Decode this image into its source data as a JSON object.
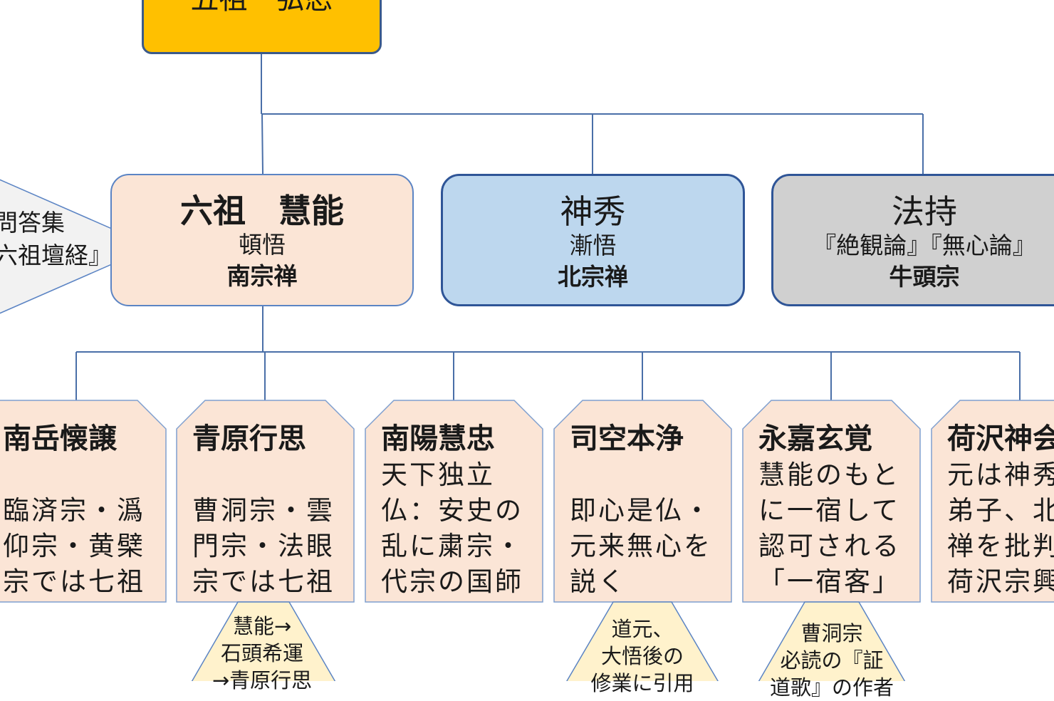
{
  "root": {
    "title": "五祖　弘忍"
  },
  "level2": [
    {
      "name": "六祖　慧能",
      "teaching": "頓悟",
      "sect": "南宗禅",
      "color": "#fbe5d6"
    },
    {
      "name": "神秀",
      "teaching": "漸悟",
      "sect": "北宗禅",
      "color": "#bdd7ee"
    },
    {
      "name": "法持",
      "teaching": "『絶観論』『無心論』",
      "sect": "牛頭宗",
      "color": "#d0d0d0"
    }
  ],
  "left_pointer": {
    "line1": "問答集",
    "line2": "六祖壇経』"
  },
  "disciples": [
    {
      "name": "南岳懐譲",
      "desc": [
        "",
        "臨済宗・潙",
        "仰宗・黄檗",
        "宗では七祖"
      ]
    },
    {
      "name": "青原行思",
      "desc": [
        "",
        "曹洞宗・雲",
        "門宗・法眼",
        "宗では七祖"
      ]
    },
    {
      "name": "南陽慧忠",
      "desc": [
        "天下独立",
        "仏：安史の",
        "乱に粛宗・",
        "代宗の国師"
      ]
    },
    {
      "name": "司空本浄",
      "desc": [
        "",
        "即心是仏・",
        "元来無心を",
        "説く"
      ]
    },
    {
      "name": "永嘉玄覚",
      "desc": [
        "慧能のもと",
        "に一宿して",
        "認可される",
        "「一宿客」"
      ]
    },
    {
      "name": "荷沢神会",
      "desc": [
        "元は神秀",
        "弟子、北",
        "禅を批判",
        "荷沢宗興"
      ]
    }
  ],
  "notes": [
    {
      "lines": [
        "慧能→",
        "石頭希運",
        "→青原行思"
      ]
    },
    {
      "lines": [
        "道元、",
        "大悟後の",
        "修業に引用"
      ]
    },
    {
      "lines": [
        "曹洞宗",
        "必読の『証",
        "道歌』の作者"
      ]
    }
  ],
  "colors": {
    "connector": "#4a6fa8",
    "tag_fill": "#fbe5d6",
    "tag_border": "#7f9fcf",
    "note_fill": "#fff2cc",
    "root_fill": "#ffc000"
  }
}
